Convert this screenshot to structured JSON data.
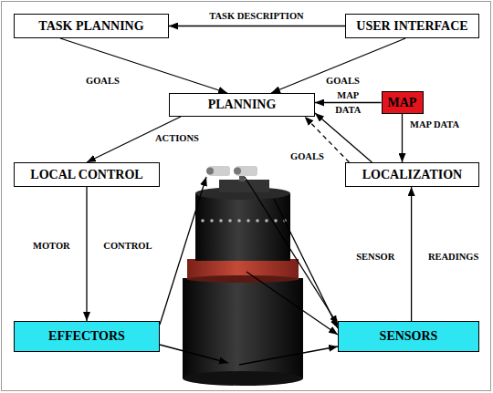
{
  "diagram": {
    "nodes": [
      {
        "text": [
          "TASK PLANNING"
        ]
      },
      {
        "text": [
          "USER INTERFACE"
        ]
      },
      {
        "text": [
          "PLANNING"
        ]
      },
      {
        "text": [
          "MAP"
        ]
      },
      {
        "text": [
          "LOCAL CONTROL"
        ]
      },
      {
        "text": [
          "LOCALIZATION"
        ]
      },
      {
        "text": [
          "EFFECTORS"
        ]
      },
      {
        "text": [
          "SENSORS"
        ]
      }
    ],
    "edges": [
      {
        "from": 1,
        "to": 0,
        "label": "TASK DESCRIPTION",
        "arrow": "to"
      },
      {
        "from": 0,
        "to": 2,
        "label": "GOALS",
        "arrow": "to"
      },
      {
        "from": 1,
        "to": 2,
        "label": "GOALS",
        "arrow": "to"
      },
      {
        "from": 3,
        "to": 2,
        "label": "MAP DATA",
        "arrow": "to"
      },
      {
        "from": 3,
        "to": 5,
        "label": "MAP DATA",
        "arrow": "to"
      },
      {
        "from": 5,
        "to": 2,
        "arrow": "to"
      },
      {
        "from": 5,
        "to": 2,
        "label": "GOALS",
        "arrow": "to"
      },
      {
        "from": 2,
        "to": 4,
        "label": "ACTIONS",
        "arrow": "to"
      },
      {
        "from": 4,
        "to": 6,
        "label": "MOTOR CONTROL",
        "arrow": "to"
      },
      {
        "from": 7,
        "to": 5,
        "label": "SENSOR READINGS",
        "arrow": "to"
      }
    ]
  }
}
